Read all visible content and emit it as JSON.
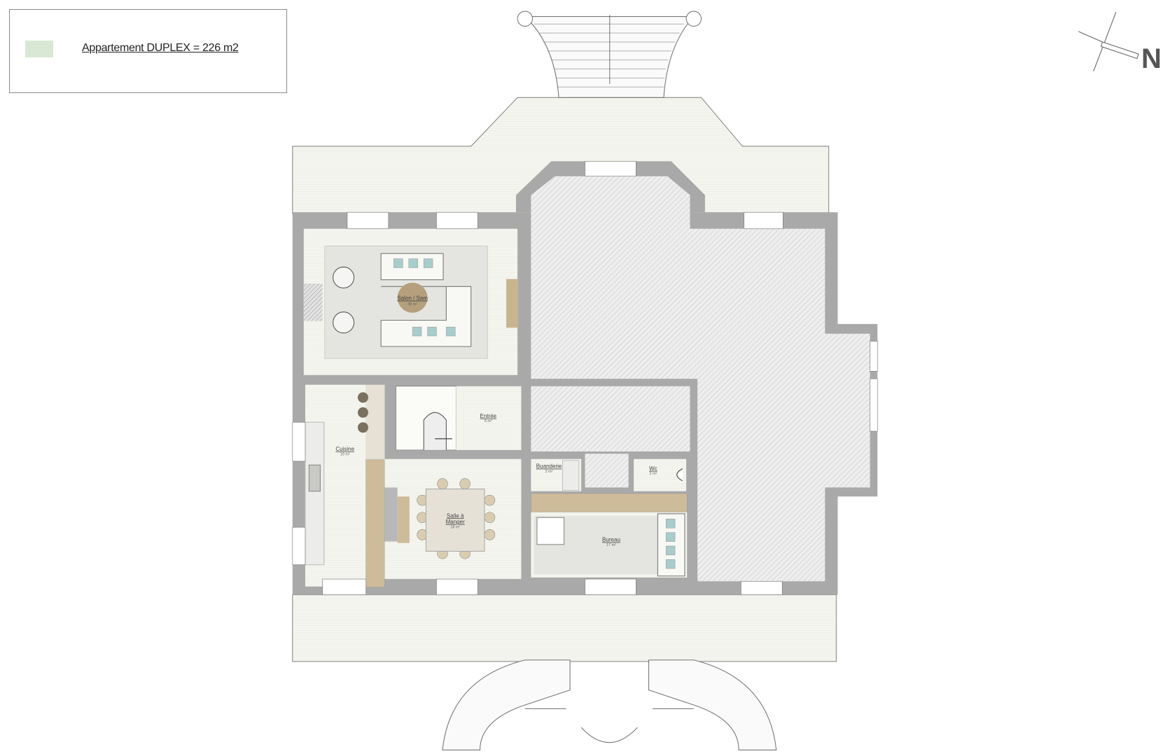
{
  "legend": {
    "label": "Appartement DUPLEX = 226 m2",
    "swatch_color": "#d8e8d4"
  },
  "compass": {
    "label": "N"
  },
  "rooms": [
    {
      "name": "Salon / Sam",
      "area": "48 m²"
    },
    {
      "name": "Cuisine",
      "area": "19 m²"
    },
    {
      "name": "Entrée",
      "area": "5 m²"
    },
    {
      "name": "Salle à",
      "name2": "Manger",
      "area": "18 m²"
    },
    {
      "name": "Buanderie",
      "area": "2 m²"
    },
    {
      "name": "Wc",
      "area": "2 m²"
    },
    {
      "name": "Bureau",
      "area": "17 m²"
    }
  ],
  "colors": {
    "wall": "#a9a9a9",
    "floor": "#f4f5ef",
    "terrace": "#f3f3ec",
    "rug": "#e4e4e0",
    "wood": "#cdbb9a",
    "cushion": "#a9cccc"
  }
}
